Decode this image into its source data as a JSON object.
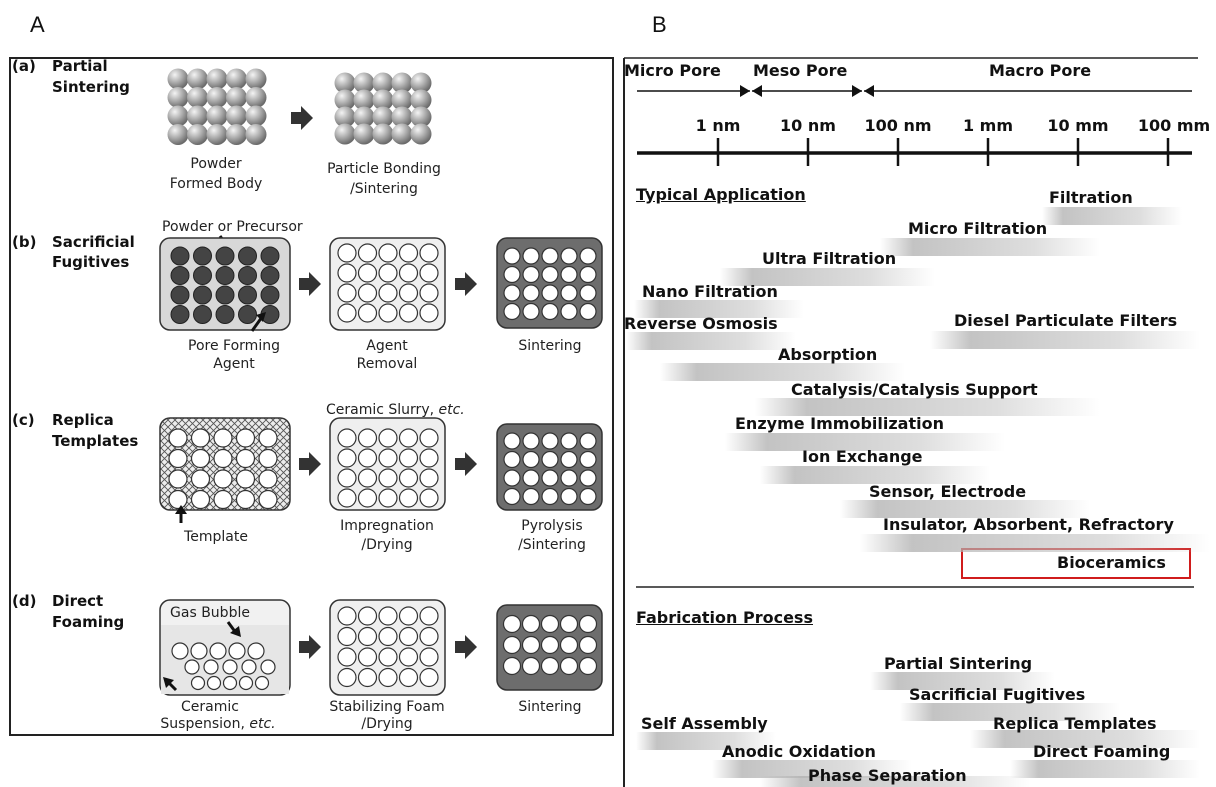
{
  "panel_a": {
    "letter": "A",
    "rows": [
      {
        "tag": "(a)",
        "title_lines": [
          "Partial",
          "Sintering"
        ],
        "captions": [
          [
            "Powder",
            "Formed Body"
          ],
          [
            "Particle Bonding",
            "/Sintering"
          ]
        ]
      },
      {
        "tag": "(b)",
        "title_lines": [
          "Sacrificial",
          "Fugitives"
        ],
        "pointer_top": "Powder or Precursor",
        "captions": [
          [
            "Pore Forming",
            "Agent"
          ],
          [
            "Agent",
            "Removal"
          ],
          [
            "Sintering"
          ]
        ]
      },
      {
        "tag": "(c)",
        "title_lines": [
          "Replica",
          "Templates"
        ],
        "pointer_top": "Ceramic Slurry, etc.",
        "captions": [
          [
            "Template"
          ],
          [
            "Impregnation",
            "/Drying"
          ],
          [
            "Pyrolysis",
            "/Sintering"
          ]
        ]
      },
      {
        "tag": "(d)",
        "title_lines": [
          "Direct",
          "Foaming"
        ],
        "pointer_top": "Gas Bubble",
        "captions": [
          [
            "Ceramic",
            "Suspension, etc."
          ],
          [
            "Stabilizing Foam",
            "/Drying"
          ],
          [
            "Sintering"
          ]
        ]
      }
    ]
  },
  "panel_b": {
    "letter": "B",
    "pore_ranges": [
      "Micro Pore",
      "Meso Pore",
      "Macro Pore"
    ],
    "scale_ticks": [
      "1 nm",
      "10 nm",
      "100 nm",
      "1 mm",
      "10 mm",
      "100 mm"
    ],
    "application_heading": "Typical Application",
    "applications": [
      "Filtration",
      "Micro Filtration",
      "Ultra Filtration",
      "Nano Filtration",
      "Reverse Osmosis",
      "Diesel Particulate Filters",
      "Absorption",
      "Catalysis/Catalysis Support",
      "Enzyme Immobilization",
      "Ion Exchange",
      "Sensor, Electrode",
      "Insulator, Absorbent, Refractory",
      "Bioceramics"
    ],
    "highlighted_application": "Bioceramics",
    "highlight_color": "#d01c1c",
    "process_heading": "Fabrication Process",
    "processes": [
      "Partial Sintering",
      "Sacrificial Fugitives",
      "Self Assembly",
      "Replica Templates",
      "Anodic Oxidation",
      "Direct Foaming",
      "Phase Separation"
    ]
  }
}
